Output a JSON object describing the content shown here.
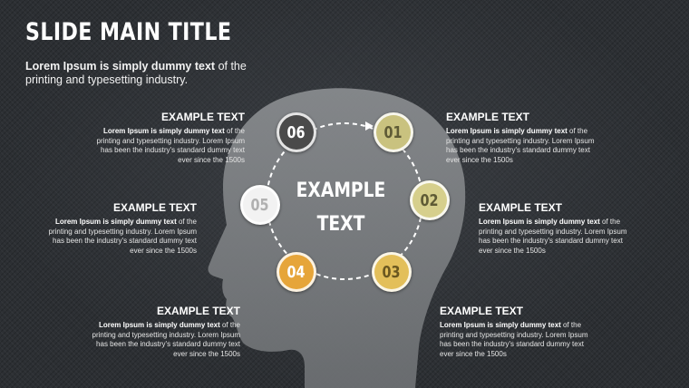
{
  "slide": {
    "title": "SLIDE MAIN TITLE",
    "subtitle_bold": "Lorem Ipsum is simply dummy text",
    "subtitle_rest": " of the printing and typesetting industry."
  },
  "center": {
    "line1": "EXAMPLE",
    "line2": "TEXT"
  },
  "steps": [
    {
      "label": "01",
      "color": "#c9c27f",
      "text_color": "#5e5a35"
    },
    {
      "label": "02",
      "color": "#d6cf8c",
      "text_color": "#5e5a35"
    },
    {
      "label": "03",
      "color": "#e3bf5a",
      "text_color": "#6a5720"
    },
    {
      "label": "04",
      "color": "#e6a53a",
      "text_color": "#ffffff"
    },
    {
      "label": "05",
      "color": "#f2f2f2",
      "text_color": "#b0b0b0"
    },
    {
      "label": "06",
      "color": "#4a4a4a",
      "text_color": "#ffffff"
    }
  ],
  "blocks": [
    {
      "title": "EXAMPLE TEXT",
      "body_bold": "Lorem Ipsum is simply dummy text",
      "body_rest": " of the printing and typesetting industry. Lorem Ipsum has been the industry's standard dummy text ever since the 1500s"
    },
    {
      "title": "EXAMPLE TEXT",
      "body_bold": "Lorem Ipsum is simply dummy text",
      "body_rest": " of the printing and typesetting industry. Lorem Ipsum has been the industry's standard dummy text ever since the 1500s"
    },
    {
      "title": "EXAMPLE TEXT",
      "body_bold": "Lorem Ipsum is simply dummy text",
      "body_rest": " of the printing and typesetting industry. Lorem Ipsum has been the industry's standard dummy text ever since the 1500s"
    },
    {
      "title": "EXAMPLE TEXT",
      "body_bold": "Lorem Ipsum is simply dummy text",
      "body_rest": " of the printing and typesetting industry. Lorem Ipsum has been the industry's standard dummy text ever since the 1500s"
    },
    {
      "title": "EXAMPLE TEXT",
      "body_bold": "Lorem Ipsum is simply dummy text",
      "body_rest": " of the printing and typesetting industry. Lorem Ipsum has been the industry's standard dummy text ever since the 1500s"
    },
    {
      "title": "EXAMPLE TEXT",
      "body_bold": "Lorem Ipsum is simply dummy text",
      "body_rest": " of the printing and typesetting industry. Lorem Ipsum has been the industry's standard dummy text ever since the 1500s"
    }
  ]
}
